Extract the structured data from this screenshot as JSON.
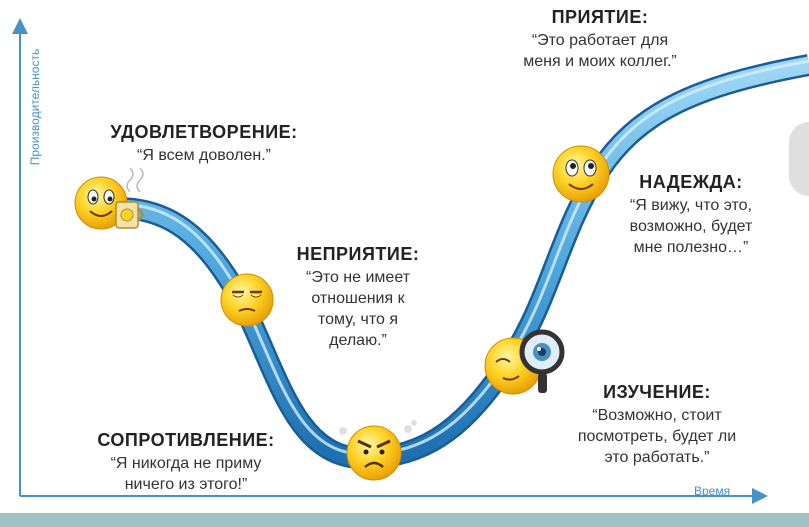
{
  "axes": {
    "y_label": "Производительность",
    "x_label": "Время"
  },
  "stages": {
    "satisfaction": {
      "title": "УДОВЛЕТВОРЕНИЕ:",
      "quote": "“Я всем доволен.”"
    },
    "rejection": {
      "title": "НЕПРИЯТИЕ:",
      "quote_lines": [
        "“Это не имеет",
        "отношения к",
        "тому, что я",
        "делаю.”"
      ]
    },
    "resistance": {
      "title": "СОПРОТИВЛЕНИЕ:",
      "quote_lines": [
        "“Я никогда не приму",
        "ничего из этого!”"
      ]
    },
    "study": {
      "title": "ИЗУЧЕНИЕ:",
      "quote_lines": [
        "“Возможно, стоит",
        "посмотреть, будет ли",
        "это работать.”"
      ]
    },
    "hope": {
      "title": "НАДЕЖДА:",
      "quote_lines": [
        "“Я вижу, что это,",
        "возможно, будет",
        "мне полезно…”"
      ]
    },
    "acceptance": {
      "title": "ПРИЯТИЕ:",
      "quote_lines": [
        "“Это работает для",
        "меня и моих коллег.”"
      ]
    }
  },
  "colors": {
    "curve_dark": "#1d6fb0",
    "curve_light": "#7cc6ee",
    "axis": "#4a90c8",
    "smiley": "#f6c21a",
    "bottom_bar": "#9fc3c4"
  },
  "icons": [
    "coffee-cup-icon",
    "magnifying-glass-icon",
    "steam-icon"
  ]
}
